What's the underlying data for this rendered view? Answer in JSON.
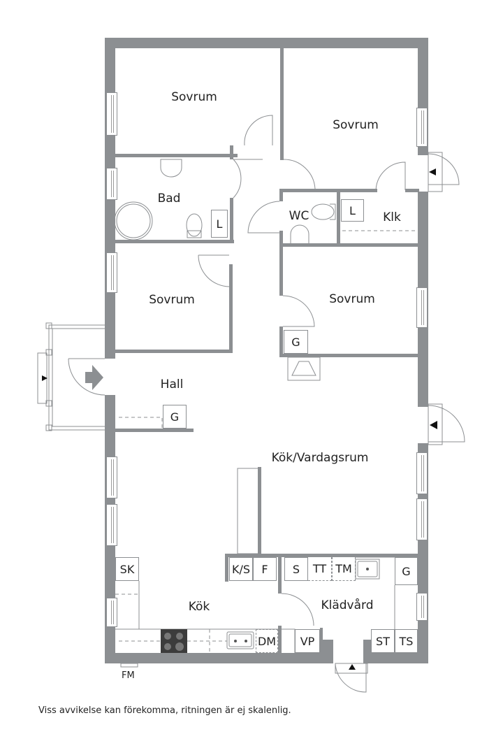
{
  "floorplan": {
    "rooms": {
      "sovrum_nw": "Sovrum",
      "sovrum_ne": "Sovrum",
      "bad": "Bad",
      "wc": "WC",
      "klk": "Klk",
      "sovrum_w": "Sovrum",
      "sovrum_e": "Sovrum",
      "hall": "Hall",
      "kok_vardagsrum": "Kök/Vardagsrum",
      "kok": "Kök",
      "kladvard": "Klädvård"
    },
    "fixtures": {
      "bad_l": "L",
      "wc_l": "L",
      "sovrum_e_g": "G",
      "hall_g": "G",
      "sk": "SK",
      "ks": "K/S",
      "f": "F",
      "s": "S",
      "tt": "TT",
      "tm": "TM",
      "kladvard_g": "G",
      "dm": "DM",
      "vp": "VP",
      "st": "ST",
      "ts": "TS",
      "fm": "FM"
    },
    "colors": {
      "wall": "#8c8f92",
      "line": "#8c8f92",
      "text": "#222222",
      "background": "#ffffff"
    }
  },
  "footer": {
    "disclaimer": "Viss avvikelse kan förekomma, ritningen är ej skalenlig."
  }
}
